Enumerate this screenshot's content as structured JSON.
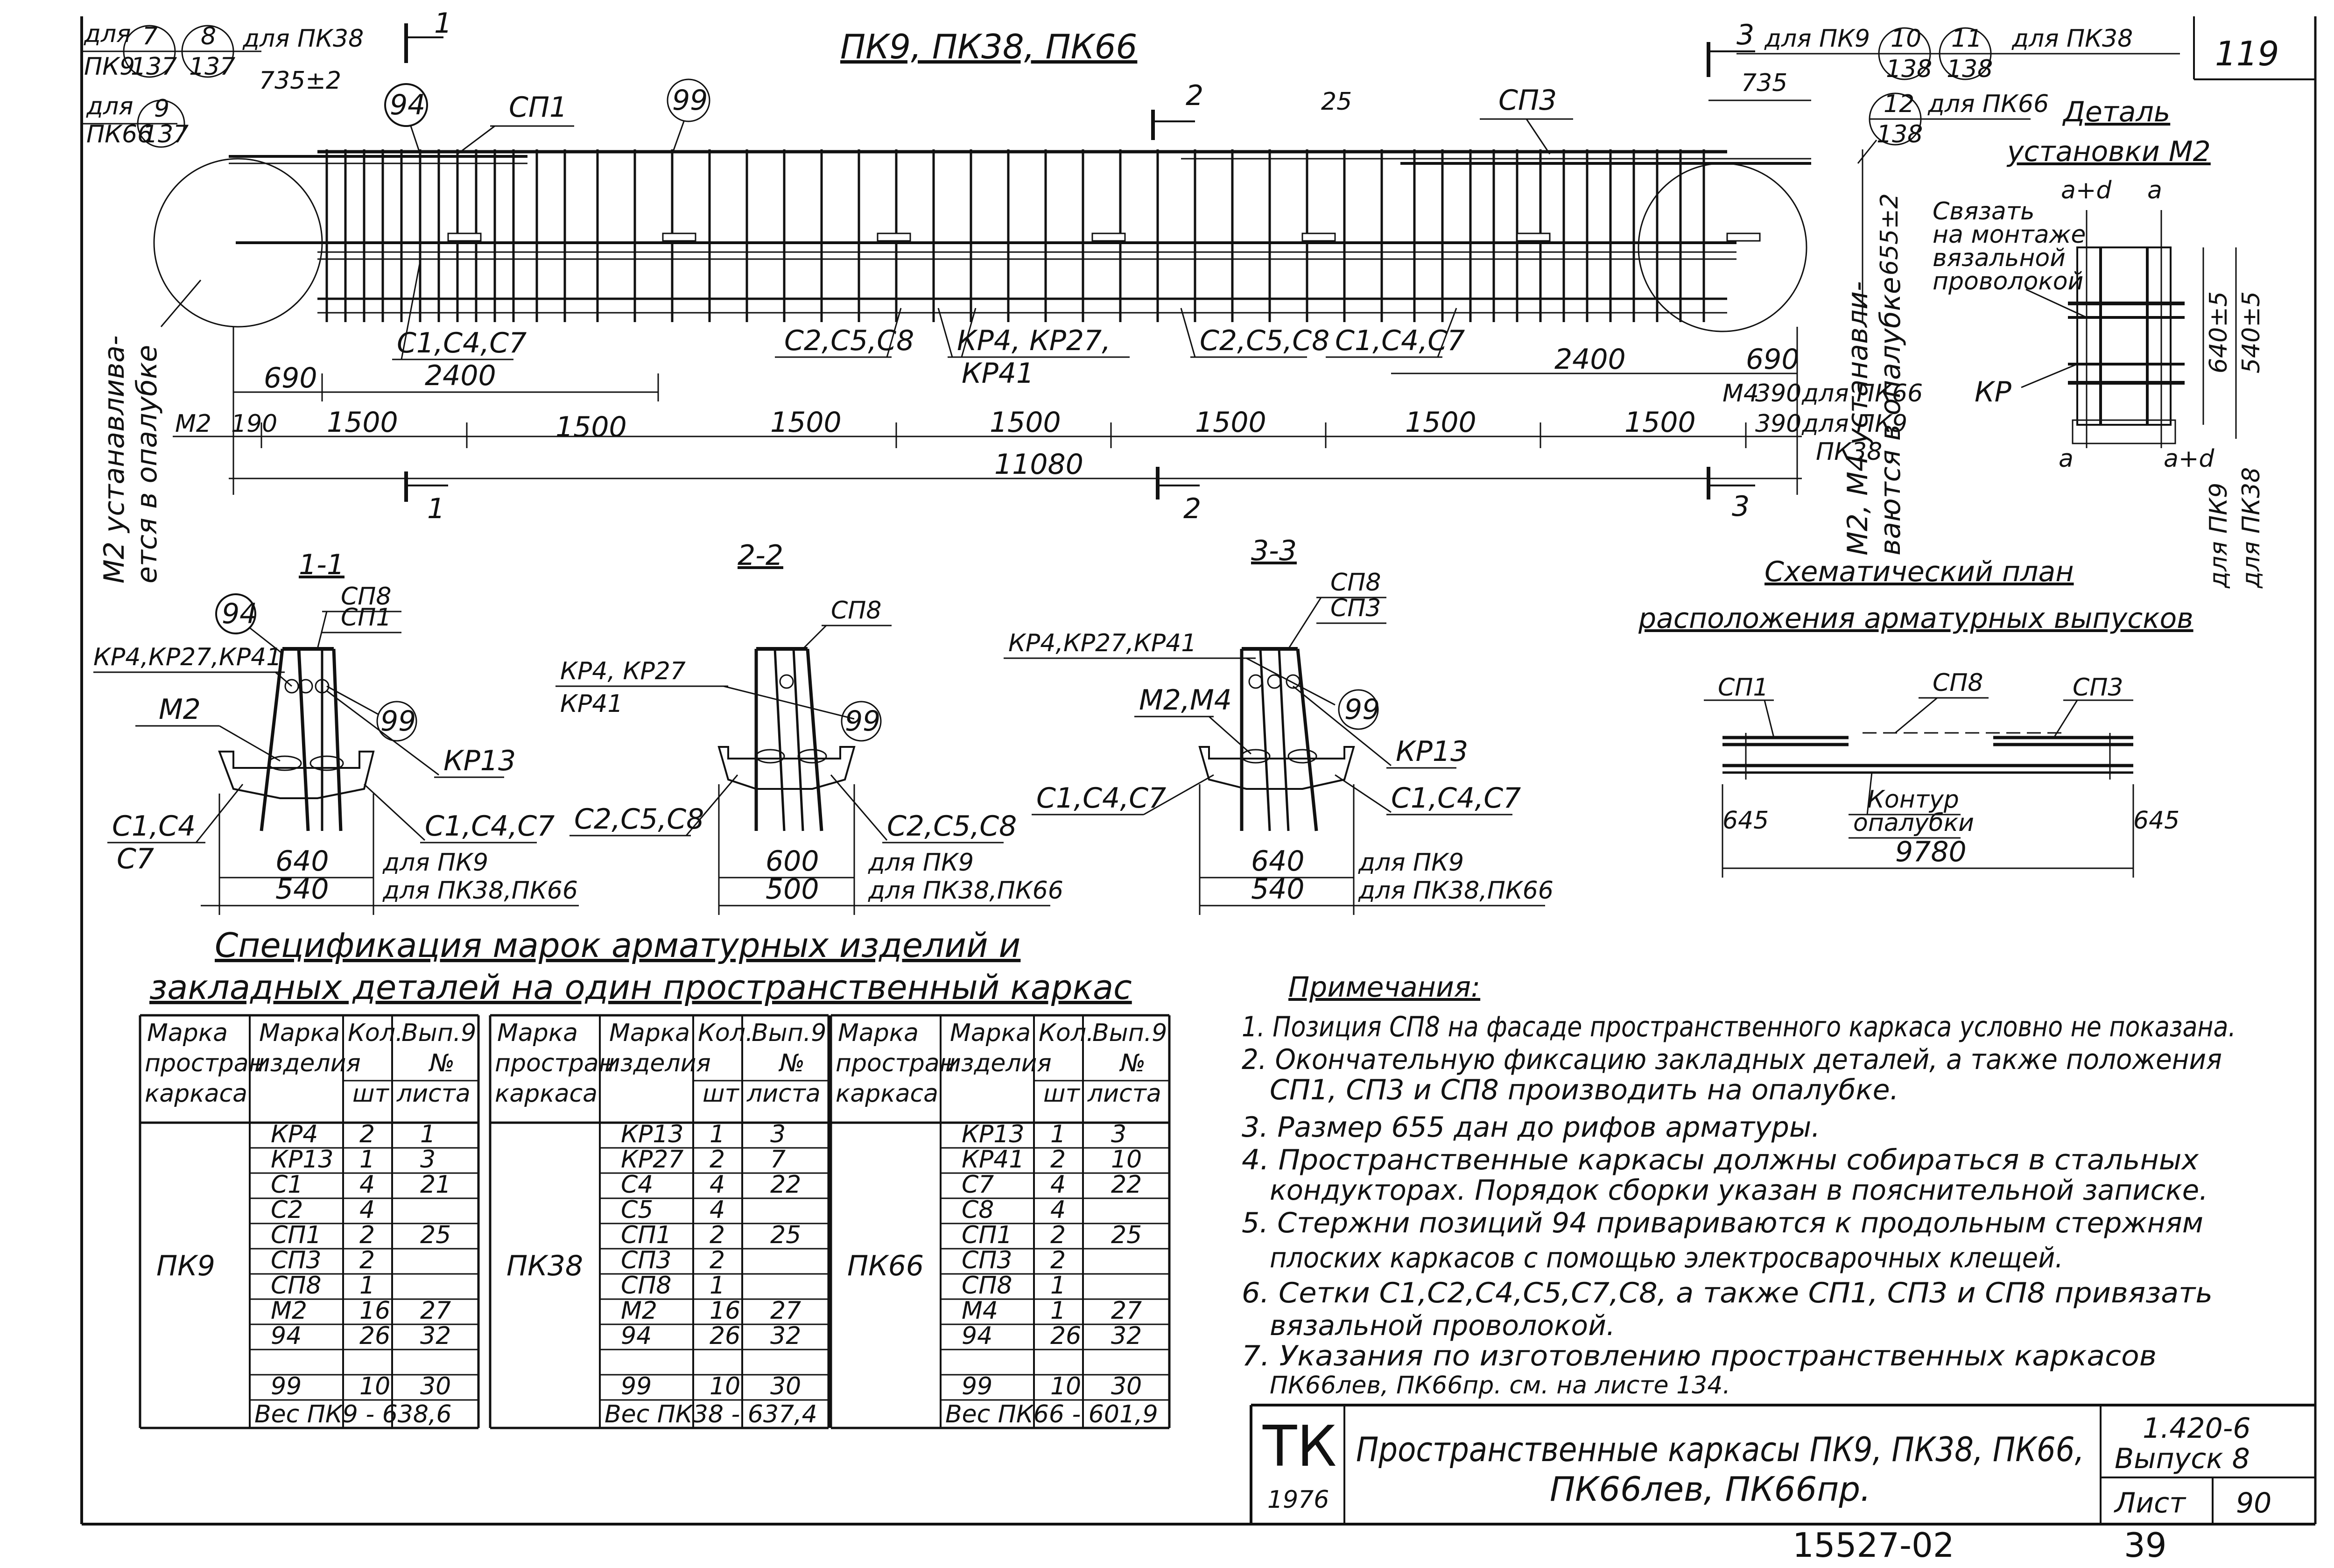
{
  "sheet_number": "119",
  "drawing_code": "15527-02",
  "frame_number": "39",
  "main_title": "ПК9, ПК38, ПК66",
  "header_refs": {
    "top_left_line1": "для",
    "top_left_line2": "ПК9",
    "ref_7": "7",
    "ref_7_sheet": "137",
    "ref_8": "8",
    "ref_8_sheet": "137",
    "for_pk38": "для ПК38",
    "dim_735_left": "735±2",
    "left_for_pk66_line1": "для",
    "left_for_pk66_line2": "ПК66",
    "ref_9": "9",
    "ref_9_sheet": "137",
    "section_1": "1",
    "section_2": "2",
    "section_3": "3",
    "right_for_pk9": "для ПК9",
    "ref_10": "10",
    "ref_10_sheet": "138",
    "ref_11": "11",
    "ref_11_sheet": "138",
    "right_for_pk38": "для ПК38",
    "ref_12": "12",
    "ref_12_sheet": "138",
    "right_for_pk66": "для ПК66"
  },
  "elevation": {
    "pos_94": "94",
    "pos_99": "99",
    "sp1": "СП1",
    "sp3": "СП3",
    "dim_25": "25",
    "dim_735_right": "735",
    "dim_655": "655±2",
    "callout_c1c4c7_left": "С1,С4,С7",
    "callout_c2c5c8_left": "С2,С5,С8",
    "callout_kr": "КР4, КР27,",
    "callout_kr41": "КР41",
    "callout_c2c5c8_right": "С2,С5,С8",
    "callout_c1c4c7_right": "С1,С4,С7",
    "dim_690_left": "690",
    "dim_2400_left": "2400",
    "dim_2400_right": "2400",
    "dim_690_right": "690",
    "m2_label": "М2",
    "dim_190": "190",
    "dim_1500": "1500",
    "m4_label": "М4",
    "dim_390_a": "390",
    "dim_390_b": "390",
    "for_pk66": "для ПК66",
    "for_pk9_line1": "для ПК9",
    "for_pk9_line2": "ПК38",
    "dim_total": "11080",
    "left_note_line1": "М2 устанавлива-",
    "left_note_line2": "ется в опалубке",
    "right_note_line1": "М2, М4 устанавли-",
    "right_note_line2": "ваются в опалубке"
  },
  "detail_m2": {
    "title_line1": "Деталь",
    "title_line2": "установки М2",
    "note_line1": "Связать",
    "note_line2": "на монтаже",
    "note_line3": "вязальной",
    "note_line4": "проволокой",
    "a_plus_d": "а+d",
    "a": "а",
    "dim_640": "640±5",
    "dim_540": "540±5",
    "kr": "КР",
    "for_pk9": "для ПК9",
    "for_pk38": "для ПК38"
  },
  "sections": [
    {
      "title": "1-1",
      "labels": [
        "СП8",
        "СП1",
        "94",
        "КР4,КР27,КР41",
        "М2",
        "99",
        "КР13",
        "С1,С4",
        "С7",
        "С1,С4,С7"
      ],
      "dim_top": "640",
      "dim_top_note": "для ПК9",
      "dim_bottom": "540",
      "dim_bottom_note": "для ПК38,ПК66"
    },
    {
      "title": "2-2",
      "labels": [
        "СП8",
        "КР4, КР27",
        "КР41",
        "99",
        "С2,С5,С8",
        "С2,С5,С8"
      ],
      "dim_top": "600",
      "dim_top_note": "для ПК9",
      "dim_bottom": "500",
      "dim_bottom_note": "для ПК38,ПК66"
    },
    {
      "title": "3-3",
      "labels": [
        "СП8",
        "СП3",
        "КР4,КР27,КР41",
        "М2,М4",
        "99",
        "КР13",
        "С1,С4,С7",
        "С1,С4,С7"
      ],
      "dim_top": "640",
      "dim_top_note": "для ПК9",
      "dim_bottom": "540",
      "dim_bottom_note": "для ПК38,ПК66"
    }
  ],
  "scheme": {
    "title_line1": "Схематический план",
    "title_line2": "расположения арматурных выпусков",
    "sp1": "СП1",
    "sp8": "СП8",
    "sp3": "СП3",
    "contour_line1": "Контур",
    "contour_line2": "опалубки",
    "dim_645_left": "645",
    "dim_645_right": "645",
    "dim_total": "9780"
  },
  "spec": {
    "title_line1": "Спецификация марок арматурных изделий и",
    "title_line2": "закладных деталей на один пространственный каркас",
    "headers": {
      "frame_mark_1": "Марка",
      "frame_mark_2": "простран",
      "frame_mark_3": "каркаса",
      "item_mark_1": "Марка",
      "item_mark_2": "изделия",
      "qty_1": "Кол.",
      "qty_2": "шт",
      "issue_1": "Вып.9",
      "issue_2": "№",
      "issue_3": "листа"
    },
    "groups": [
      {
        "frame": "ПК9",
        "rows": [
          {
            "item": "КР4",
            "qty": "2",
            "sheet": "1"
          },
          {
            "item": "КР13",
            "qty": "1",
            "sheet": "3"
          },
          {
            "item": "С1",
            "qty": "4",
            "sheet": "21"
          },
          {
            "item": "С2",
            "qty": "4",
            "sheet": ""
          },
          {
            "item": "СП1",
            "qty": "2",
            "sheet": "25"
          },
          {
            "item": "СП3",
            "qty": "2",
            "sheet": ""
          },
          {
            "item": "СП8",
            "qty": "1",
            "sheet": ""
          },
          {
            "item": "М2",
            "qty": "16",
            "sheet": "27"
          },
          {
            "item": "94",
            "qty": "26",
            "sheet": "32"
          },
          {
            "item": "",
            "qty": "",
            "sheet": ""
          },
          {
            "item": "99",
            "qty": "10",
            "sheet": "30"
          }
        ],
        "weight": "Вес ПК9 - 638,6"
      },
      {
        "frame": "ПК38",
        "rows": [
          {
            "item": "КР13",
            "qty": "1",
            "sheet": "3"
          },
          {
            "item": "КР27",
            "qty": "2",
            "sheet": "7"
          },
          {
            "item": "С4",
            "qty": "4",
            "sheet": "22"
          },
          {
            "item": "С5",
            "qty": "4",
            "sheet": ""
          },
          {
            "item": "СП1",
            "qty": "2",
            "sheet": "25"
          },
          {
            "item": "СП3",
            "qty": "2",
            "sheet": ""
          },
          {
            "item": "СП8",
            "qty": "1",
            "sheet": ""
          },
          {
            "item": "М2",
            "qty": "16",
            "sheet": "27"
          },
          {
            "item": "94",
            "qty": "26",
            "sheet": "32"
          },
          {
            "item": "",
            "qty": "",
            "sheet": ""
          },
          {
            "item": "99",
            "qty": "10",
            "sheet": "30"
          }
        ],
        "weight": "Вес ПК38 - 637,4"
      },
      {
        "frame": "ПК66",
        "rows": [
          {
            "item": "КР13",
            "qty": "1",
            "sheet": "3"
          },
          {
            "item": "КР41",
            "qty": "2",
            "sheet": "10"
          },
          {
            "item": "С7",
            "qty": "4",
            "sheet": "22"
          },
          {
            "item": "С8",
            "qty": "4",
            "sheet": ""
          },
          {
            "item": "СП1",
            "qty": "2",
            "sheet": "25"
          },
          {
            "item": "СП3",
            "qty": "2",
            "sheet": ""
          },
          {
            "item": "СП8",
            "qty": "1",
            "sheet": ""
          },
          {
            "item": "М4",
            "qty": "1",
            "sheet": "27"
          },
          {
            "item": "94",
            "qty": "26",
            "sheet": "32"
          },
          {
            "item": "",
            "qty": "",
            "sheet": ""
          },
          {
            "item": "99",
            "qty": "10",
            "sheet": "30"
          }
        ],
        "weight": "Вес ПК66 - 601,9"
      }
    ]
  },
  "notes": {
    "title": "Примечания:",
    "items": [
      "1. Позиция СП8 на фасаде пространственного каркаса условно не показана.",
      "2. Окончательную фиксацию закладных деталей, а также положения",
      "СП1, СП3 и СП8 производить на опалубке.",
      "3. Размер 655 дан до рифов арматуры.",
      "4. Пространственные каркасы должны собираться в стальных",
      "кондукторах. Порядок сборки указан в пояснительной записке.",
      "5. Стержни позиций 94 привариваются к продольным стержням",
      "плоских каркасов с помощью электросварочных клещей.",
      "6. Сетки С1,С2,С4,С5,С7,С8, а также СП1, СП3 и СП8 привязать",
      "вязальной проволокой.",
      "7. Указания по изготовлению пространственных каркасов",
      "ПК66лев, ПК66пр. см. на листе 134."
    ]
  },
  "title_block": {
    "logo": "ТК",
    "year": "1976",
    "title_line1": "Пространственные каркасы ПК9, ПК38, ПК66,",
    "title_line2": "ПК66лев, ПК66пр.",
    "series": "1.420-6",
    "issue": "Выпуск 8",
    "sheet_label": "Лист",
    "sheet_no": "90"
  }
}
